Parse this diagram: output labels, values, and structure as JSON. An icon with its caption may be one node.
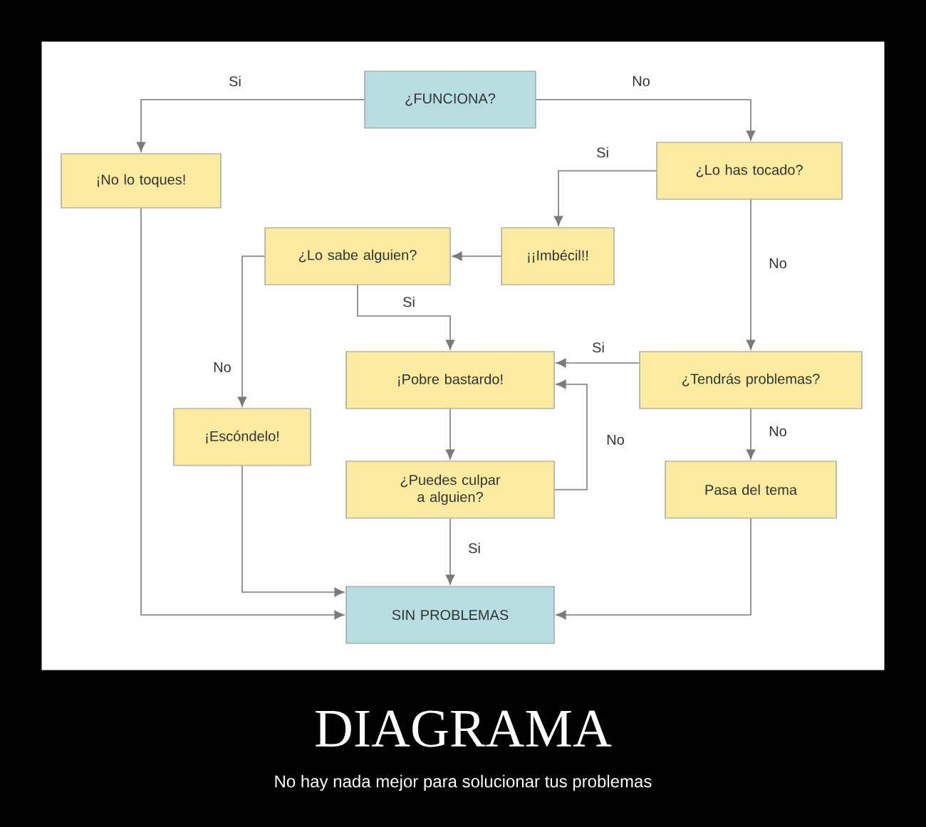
{
  "diagram": {
    "title": "DIAGRAMA",
    "caption": "No hay nada mejor para solucionar tus problemas",
    "nodes": [
      {
        "text": [
          "¿FUNCIONA?"
        ]
      },
      {
        "text": [
          "¡No lo toques!"
        ]
      },
      {
        "text": [
          "¿Lo has tocado?"
        ]
      },
      {
        "text": [
          "¿Lo sabe alguien?"
        ]
      },
      {
        "text": [
          "¡¡Imbécil!!"
        ]
      },
      {
        "text": [
          "¡Pobre bastardo!"
        ]
      },
      {
        "text": [
          "¿Tendrás problemas?"
        ]
      },
      {
        "text": [
          "¡Escóndelo!"
        ]
      },
      {
        "text": [
          "¿Puedes culpar a alguien?"
        ]
      },
      {
        "text": [
          "Pasa del tema"
        ]
      },
      {
        "text": [
          "SIN PROBLEMAS"
        ]
      }
    ],
    "edges": [
      {
        "from": 0,
        "to": 1,
        "arrow": "to",
        "label": "Si"
      },
      {
        "from": 0,
        "to": 2,
        "arrow": "to",
        "label": "No"
      },
      {
        "from": 2,
        "to": 4,
        "arrow": "to",
        "label": "Si"
      },
      {
        "from": 2,
        "to": 6,
        "arrow": "to",
        "label": "No"
      },
      {
        "from": 4,
        "to": 3,
        "arrow": "to"
      },
      {
        "from": 3,
        "to": 5,
        "arrow": "to",
        "label": "Si"
      },
      {
        "from": 3,
        "to": 7,
        "arrow": "to",
        "label": "No"
      },
      {
        "from": 6,
        "to": 5,
        "arrow": "to",
        "label": "Si"
      },
      {
        "from": 6,
        "to": 9,
        "arrow": "to",
        "label": "No"
      },
      {
        "from": 5,
        "to": 8,
        "arrow": "to"
      },
      {
        "from": 8,
        "to": 5,
        "arrow": "to",
        "label": "No"
      },
      {
        "from": 8,
        "to": 10,
        "arrow": "to",
        "label": "Si"
      },
      {
        "from": 7,
        "to": 10,
        "arrow": "to"
      },
      {
        "from": 1,
        "to": 10,
        "arrow": "to"
      },
      {
        "from": 9,
        "to": 10,
        "arrow": "to"
      }
    ]
  }
}
